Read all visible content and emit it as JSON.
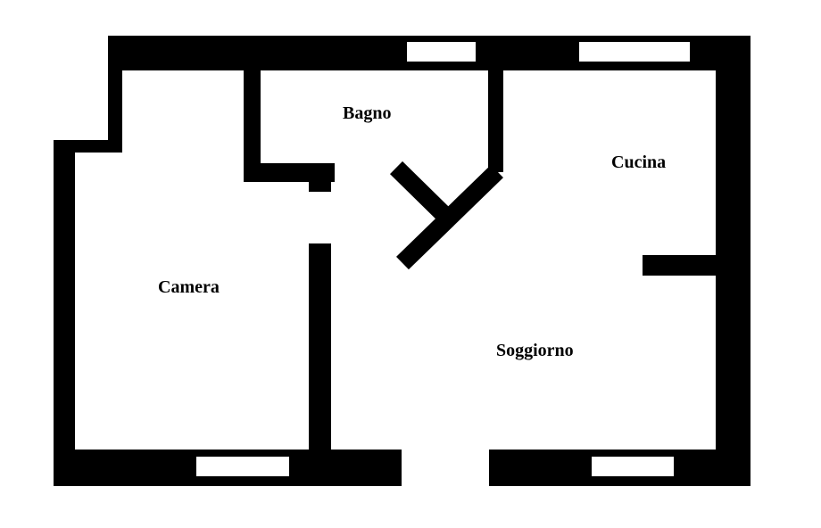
{
  "floor_plan": {
    "rooms": [
      {
        "id": "bagno",
        "label": "Bagno"
      },
      {
        "id": "cucina",
        "label": "Cucina"
      },
      {
        "id": "camera",
        "label": "Camera"
      },
      {
        "id": "soggiorno",
        "label": "Soggiorno"
      }
    ],
    "colors": {
      "wall": "#000000",
      "background": "#ffffff",
      "window": "#ffffff"
    }
  }
}
